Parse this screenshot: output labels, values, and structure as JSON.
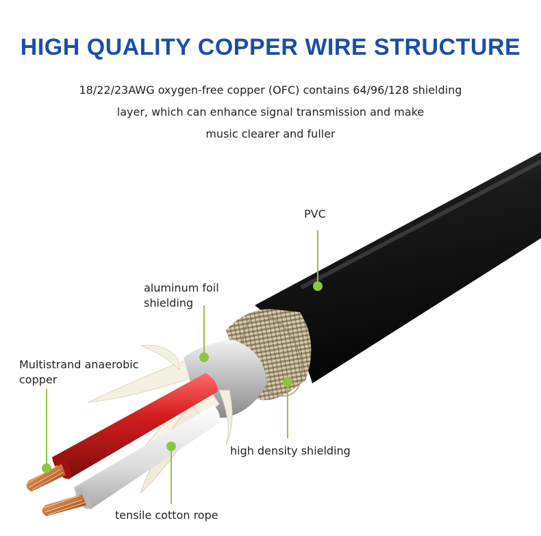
{
  "header": {
    "title": "HIGH QUALITY COPPER WIRE STRUCTURE",
    "description_lines": [
      "18/22/23AWG oxygen-free copper (OFC) contains 64/96/128 shielding",
      "layer, which can enhance signal transmission and make",
      "music clearer and fuller"
    ]
  },
  "labels": {
    "pvc": "PVC",
    "foil": [
      "aluminum foil",
      "shielding"
    ],
    "copper": [
      "Multistrand anaerobic",
      "copper"
    ],
    "density": "high density shielding",
    "rope": "tensile cotton rope"
  },
  "colors": {
    "title": "#1a4fa8",
    "pointer": "#8cc63f",
    "jacket": "#141414",
    "braid": "#c9bc9c",
    "red_wire": "#d41e1e",
    "copper": "#c8743e"
  }
}
